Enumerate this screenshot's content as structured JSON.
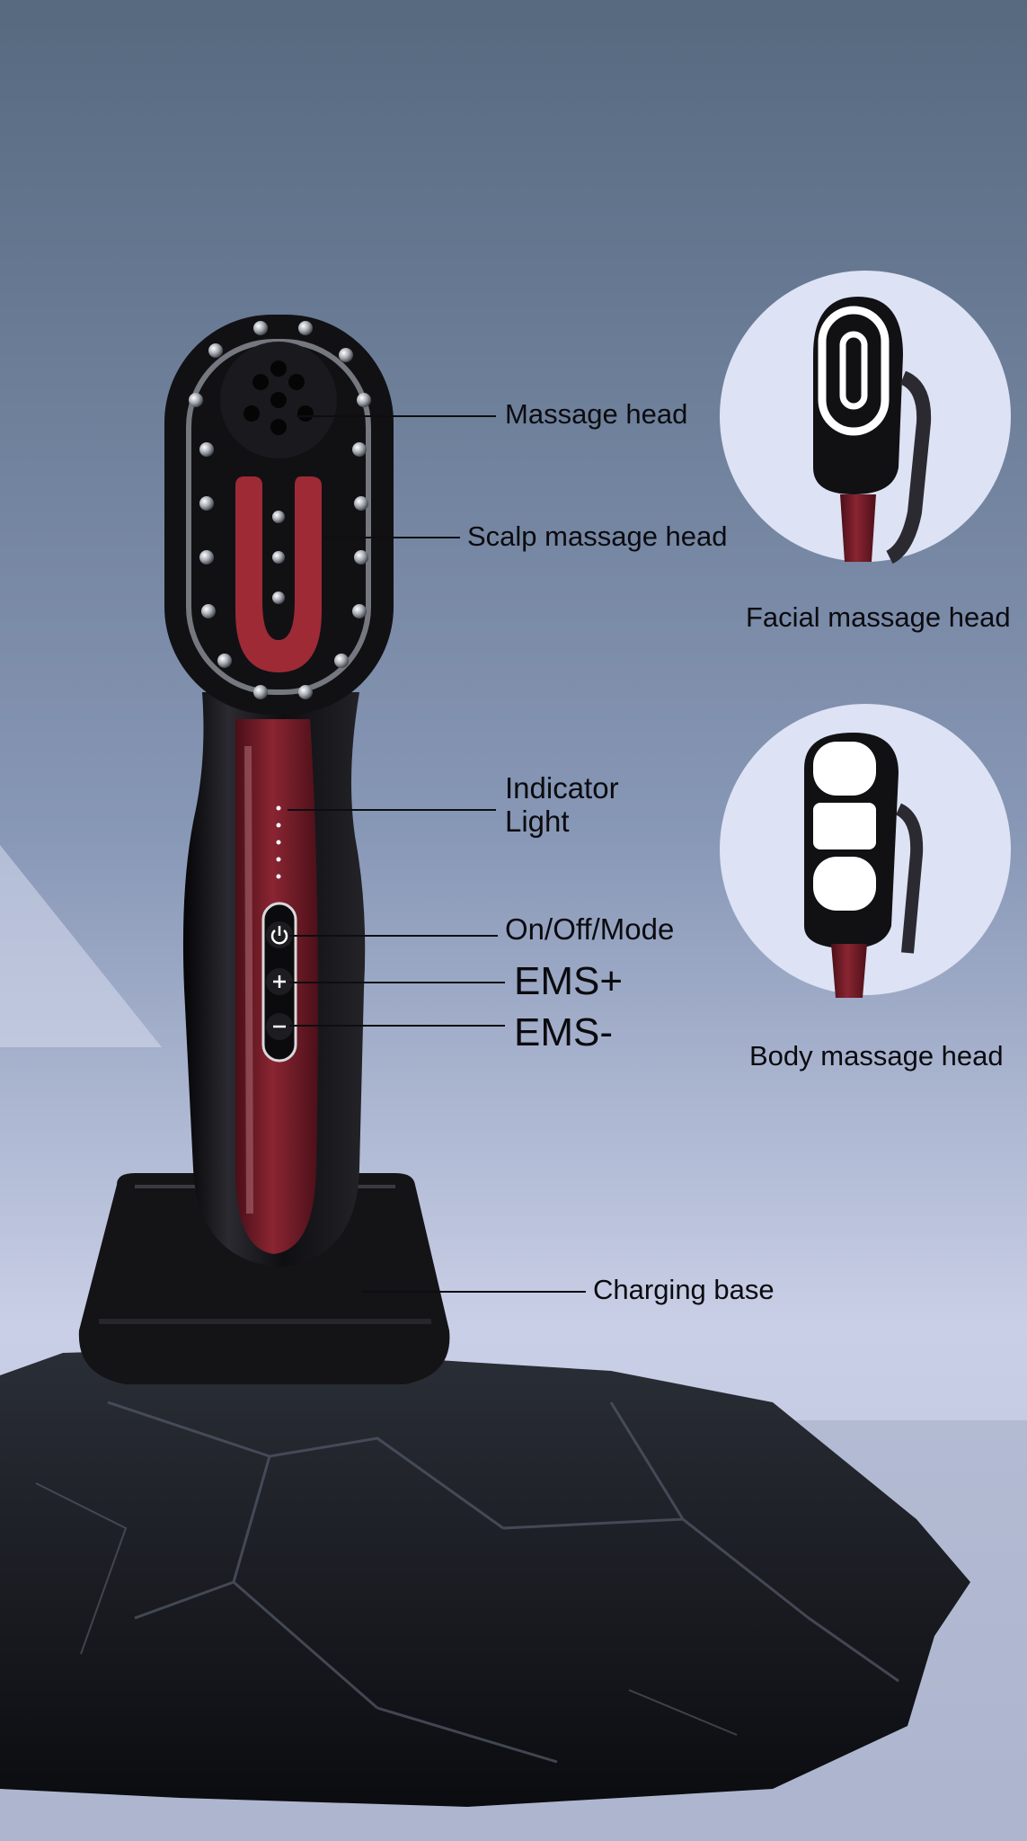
{
  "labels": {
    "massage_head": "Massage head",
    "scalp_massage_head": "Scalp massage head",
    "indicator_light_line1": "Indicator",
    "indicator_light_line2": "Light",
    "on_off_mode": "On/Off/Mode",
    "ems_plus": "EMS+",
    "ems_minus": "EMS-",
    "charging_base": "Charging base",
    "facial_massage_head": "Facial massage head",
    "body_massage_head": "Body massage head"
  },
  "buttons": {
    "power_icon": "power-icon",
    "plus_symbol": "+",
    "minus_symbol": "−"
  },
  "colors": {
    "background_top": "#56697f",
    "background_bottom": "#c9cfe6",
    "device_body": "#131316",
    "device_accent": "#6e1a24",
    "rock": "#1d2027",
    "circle_bg": "#dde2f4"
  }
}
